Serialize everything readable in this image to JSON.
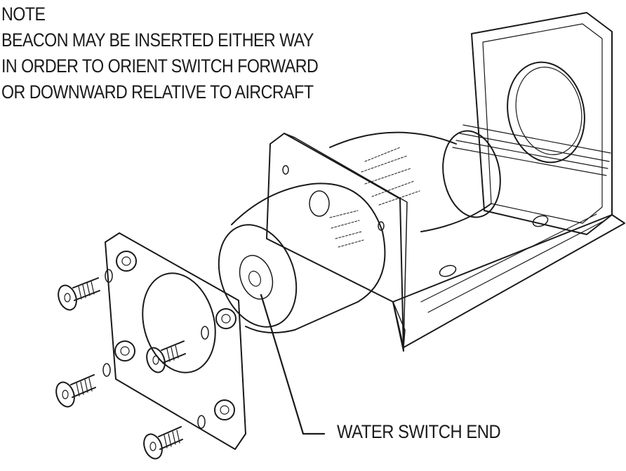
{
  "note": {
    "heading": "NOTE",
    "lines": [
      "BEACON MAY BE INSERTED EITHER WAY",
      "IN ORDER TO ORIENT SWITCH FORWARD",
      "OR DOWNWARD RELATIVE TO AIRCRAFT"
    ]
  },
  "callout": {
    "label": "WATER SWITCH END"
  },
  "colors": {
    "line": "#1a1a1a",
    "background": "#ffffff"
  }
}
